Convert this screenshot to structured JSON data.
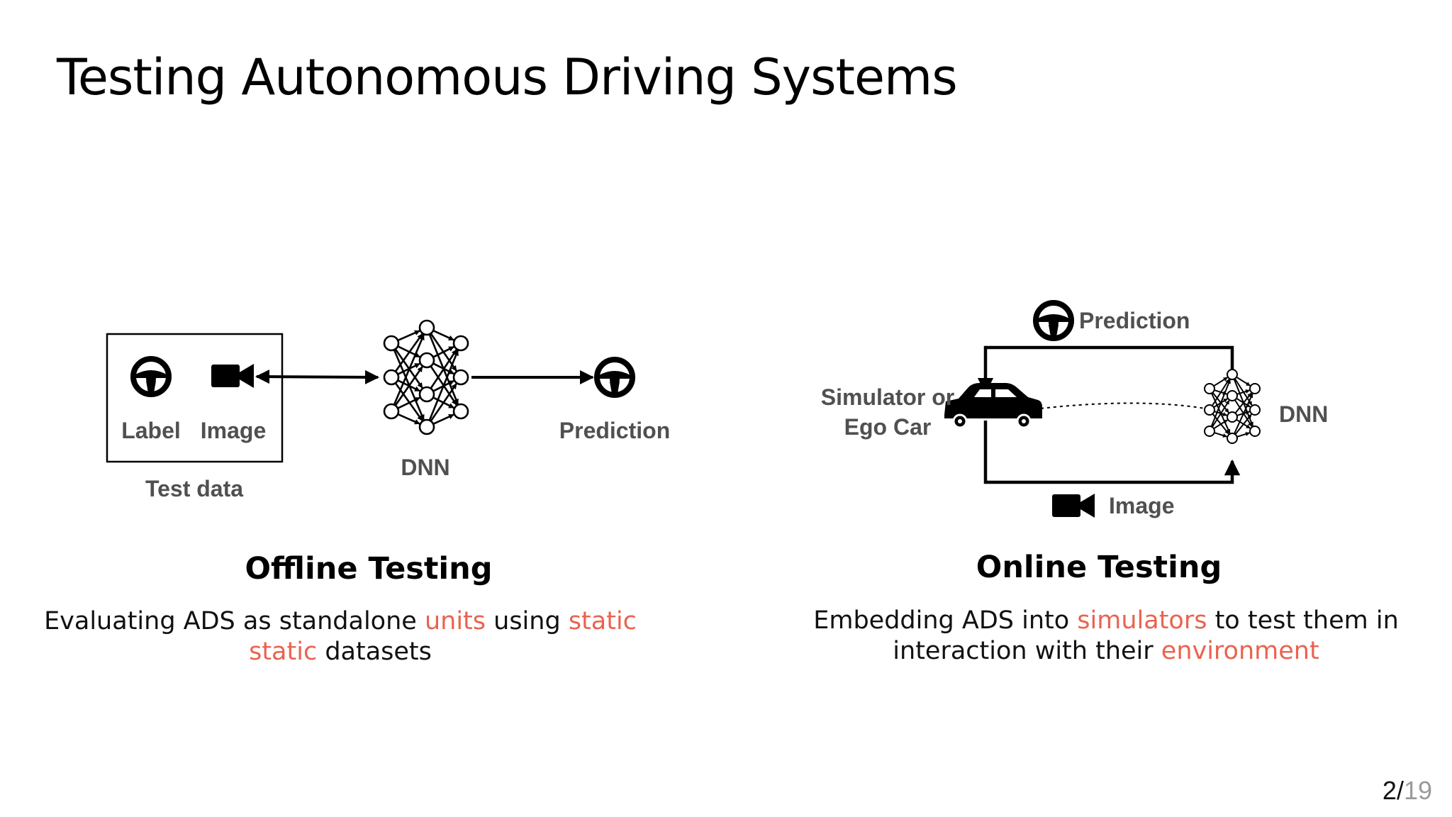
{
  "slide": {
    "title": "Testing Autonomous Driving Systems",
    "page_current": "2",
    "page_separator": "/",
    "page_total": "19"
  },
  "offline": {
    "label_text": "Label",
    "image_text": "Image",
    "test_data_text": "Test data",
    "dnn_text": "DNN",
    "prediction_text": "Prediction",
    "heading": "Offline Testing",
    "desc_line1_a": "Evaluating ADS as standalone ",
    "desc_line1_b": "units",
    "desc_line1_c": " using ",
    "desc_line1_d": "static",
    "desc_line2_a": "static",
    "desc_line2_b": " datasets"
  },
  "online": {
    "prediction_text": "Prediction",
    "simulator_line1": "Simulator or",
    "simulator_line2": "Ego Car",
    "dnn_text": "DNN",
    "image_text": "Image",
    "heading": "Online Testing",
    "desc_line1_a": "Embedding ADS into ",
    "desc_line1_b": "simulators",
    "desc_line1_c": " to test them in",
    "desc_line2_a": "interaction with their ",
    "desc_line2_b": "environment"
  },
  "colors": {
    "highlight": "#ea6350",
    "label_gray": "#505050",
    "page_total_gray": "#9a9a9a"
  },
  "icons": [
    "steering-wheel-icon",
    "video-camera-icon",
    "neural-network-icon",
    "car-icon"
  ]
}
